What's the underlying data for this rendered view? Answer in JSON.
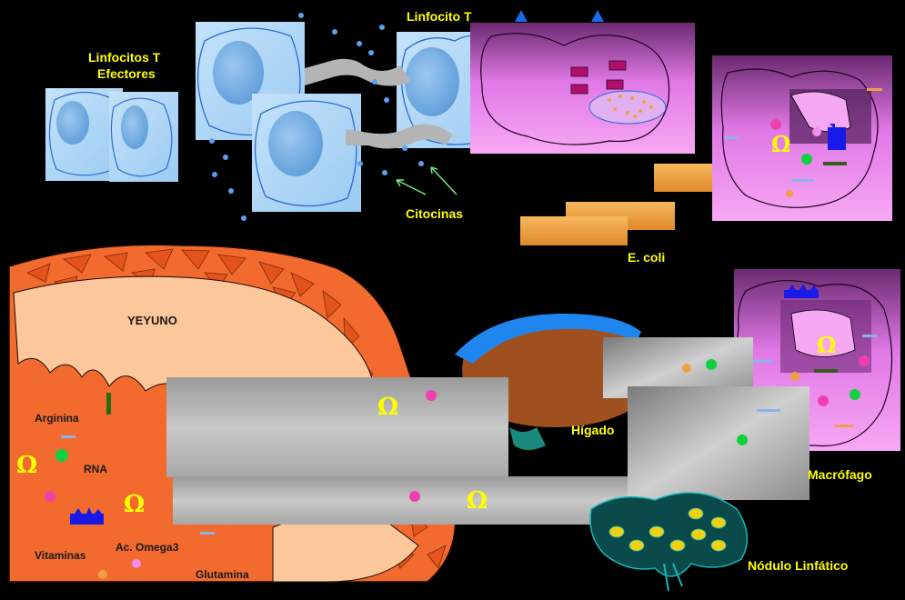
{
  "labels": {
    "effectors_line1": "Linfocitos T",
    "effectors_line2": "Efectores",
    "tcell": "Linfocito T",
    "cytokines": "Citocinas",
    "ecoli": "E. coli",
    "jejunum": "YEYUNO",
    "liver": "Hígado",
    "macrophage": "Macrófago",
    "lymph_node": "Nódulo Linfático",
    "arginine": "Arginina",
    "rna": "RNA",
    "vitamins": "Vitaminas",
    "omega3": "Ac. Omega3",
    "glutamine": "Glutamina",
    "omega_symbol": "Ω"
  },
  "colors": {
    "background": "#000000",
    "label_yellow": "#ffff00",
    "cell_blue": "#a9d4f5",
    "intestine_orange": "#f26a2e",
    "macrophage_pink": "#f48cf0",
    "liver_brown": "#a0501e",
    "vessel_blue": "#1f86f0",
    "ecoli_orange": "#f0a040"
  },
  "icons": [
    "omega-glyph",
    "nutrient-dot",
    "cytokine-dot",
    "receptor-icon",
    "arrow-icon"
  ]
}
